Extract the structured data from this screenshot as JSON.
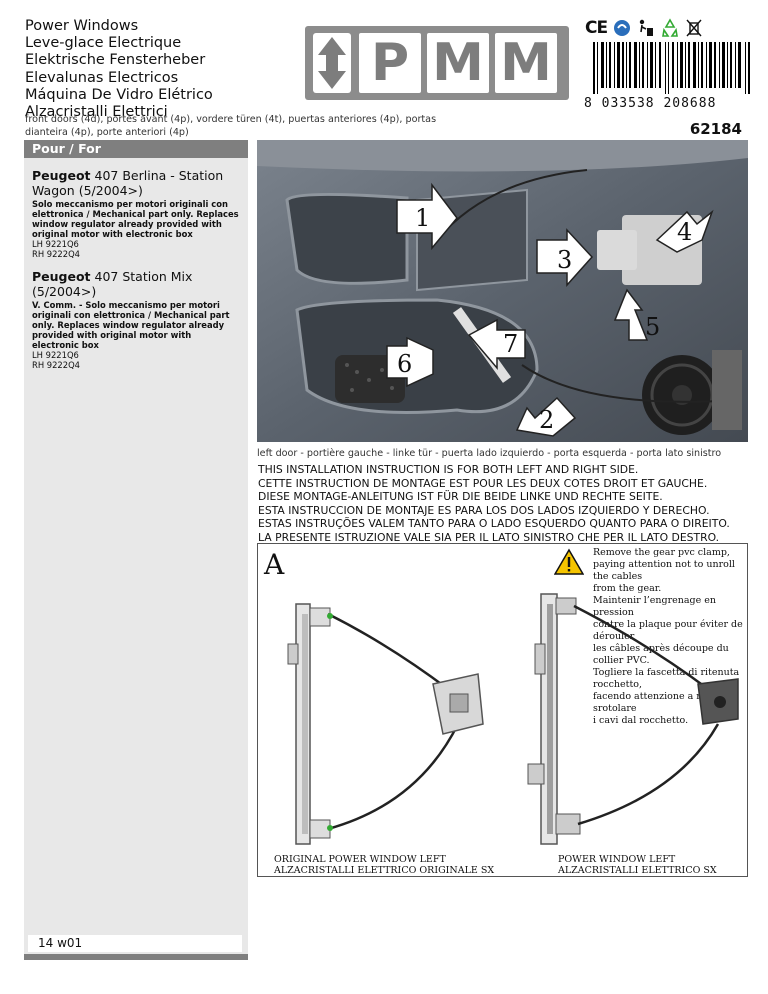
{
  "titles": [
    "Power Windows",
    "Leve-glace Electrique",
    "Elektrische Fensterheber",
    "Elevalunas Electricos",
    "Máquina De Vidro Elétrico",
    "Alzacristalli Elettrici"
  ],
  "brand": {
    "letters": [
      "P",
      "M",
      "M"
    ],
    "colors": {
      "logo_bg": "#8c8c8c",
      "letter_fg": "#7d7d7d"
    }
  },
  "certifications": {
    "ce_mark": "CE",
    "icons": [
      "recycle-sign-icon",
      "person-bin-icon",
      "recycling-icon",
      "crossed-bin-icon"
    ]
  },
  "barcode": {
    "digits": "8 033538 208688"
  },
  "product_code": "62184",
  "fits_line": "front doors (4d), portes avant (4p), vordere türen (4t), puertas anteriores (4p), portas dianteira (4p), porte anteriori (4p)",
  "sidebar": {
    "header": "Pour / For",
    "vehicles": [
      {
        "make": "Peugeot",
        "model": " 407 Berlina - Station Wagon (5/2004>)",
        "description": "Solo meccanismo per motori originali con elettronica / Mechanical part only. Replaces window regulator already provided with original motor with electronic box",
        "codes": [
          "LH 9221Q6",
          "RH 9222Q4"
        ]
      },
      {
        "make": "Peugeot",
        "model": " 407 Station Mix (5/2004>)",
        "description": "V. Comm. - Solo meccanismo per motori originali con elettronica / Mechanical part only. Replaces window regulator already provided with original motor with electronic box",
        "codes": [
          "LH 9221Q6",
          "RH 9222Q4"
        ]
      }
    ],
    "page_code": "14 w01"
  },
  "photo": {
    "callouts": [
      "1",
      "2",
      "3",
      "4",
      "5",
      "6",
      "7"
    ],
    "caption": "left door - portière gauche - linke tür - puerta lado izquierdo - porta esquerda - porta lato sinistro"
  },
  "instructions": [
    "THIS INSTALLATION INSTRUCTION IS FOR BOTH LEFT AND RIGHT SIDE.",
    "CETTE INSTRUCTION DE MONTAGE EST POUR LES DEUX COTES DROIT ET GAUCHE.",
    "DIESE MONTAGE-ANLEITUNG IST FÜR DIE BEIDE LINKE UND RECHTE SEITE.",
    "ESTA INSTRUCCION DE MONTAJE ES PARA LOS DOS LADOS IZQUIERDO Y DERECHO.",
    "ESTAS INSTRUÇÕES VALEM TANTO PARA O LADO ESQUERDO QUANTO PARA O DIREITO.",
    "LA PRESENTE ISTRUZIONE VALE SIA PER IL LATO SINISTRO CHE PER IL LATO DESTRO."
  ],
  "step_a": {
    "letter": "A",
    "warning_lines": [
      "Remove the gear pvc clamp,",
      "paying attention not to unroll the cables",
      "from the gear.",
      "Maintenir l’engrenage en pression",
      "contre la plaque pour éviter de dérouler",
      "les câbles après découpe du collier PVC.",
      "Togliere la fascetta di ritenuta rocchetto,",
      "facendo attenzione a non fare srotolare",
      "i cavi dal rocchetto."
    ],
    "left_caption": [
      "ORIGINAL POWER WINDOW LEFT",
      "ALZACRISTALLI ELETTRICO ORIGINALE SX"
    ],
    "right_caption": [
      "POWER WINDOW LEFT",
      "ALZACRISTALLI ELETTRICO SX"
    ]
  }
}
